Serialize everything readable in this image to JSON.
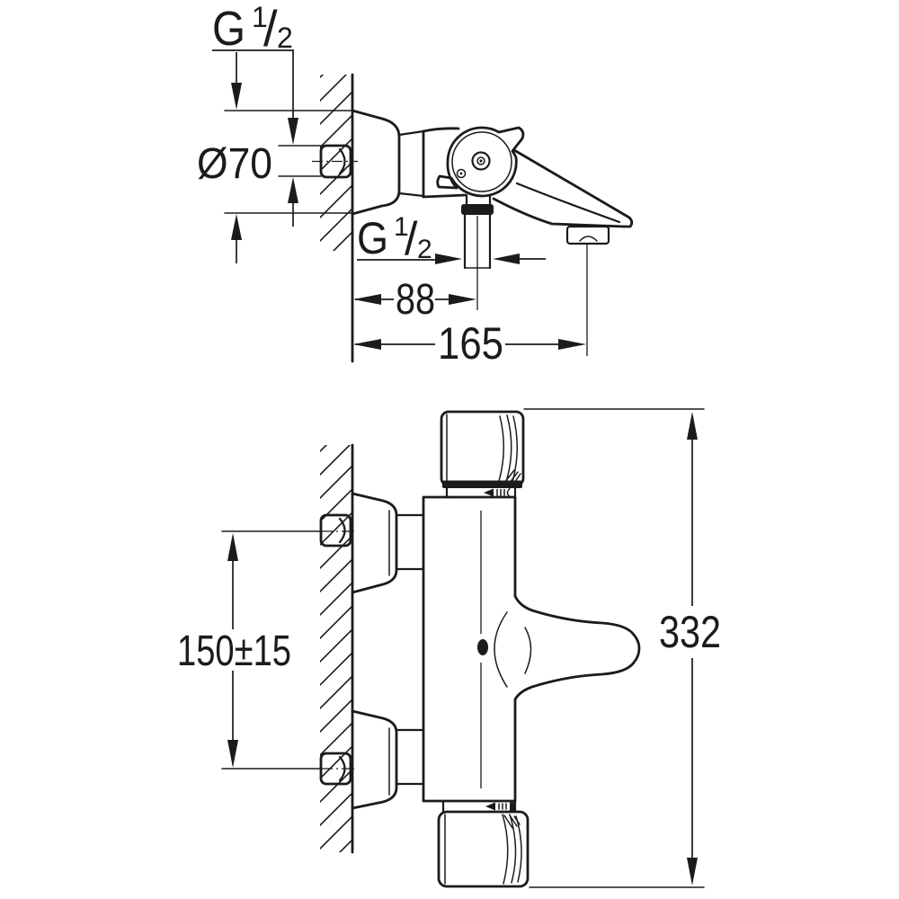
{
  "drawing": {
    "type": "technical installation drawing, wall-mounted bath/shower mixer tap, two orthographic views",
    "colors": {
      "background": "#ffffff",
      "line": "#1b1b1b"
    },
    "views": {
      "side": {
        "name": "side view: wall, S-union, mixer body with round handle cap, bath spout with aerator, downward shower outlet",
        "dims": {
          "top_thread": {
            "g": "G",
            "num": "1",
            "slash": "/",
            "den": "2"
          },
          "escutcheon_diameter": "Ø70",
          "outlet_thread": {
            "g": "G",
            "num": "1",
            "slash": "/",
            "den": "2"
          },
          "wall_to_outlet": "88",
          "wall_to_spout": "165"
        }
      },
      "plan": {
        "name": "plan view: wall with two S-unions, cylindrical body, lever handle, end knobs",
        "dims": {
          "connection_spacing": "150±15",
          "overall_width": "332"
        }
      }
    }
  }
}
